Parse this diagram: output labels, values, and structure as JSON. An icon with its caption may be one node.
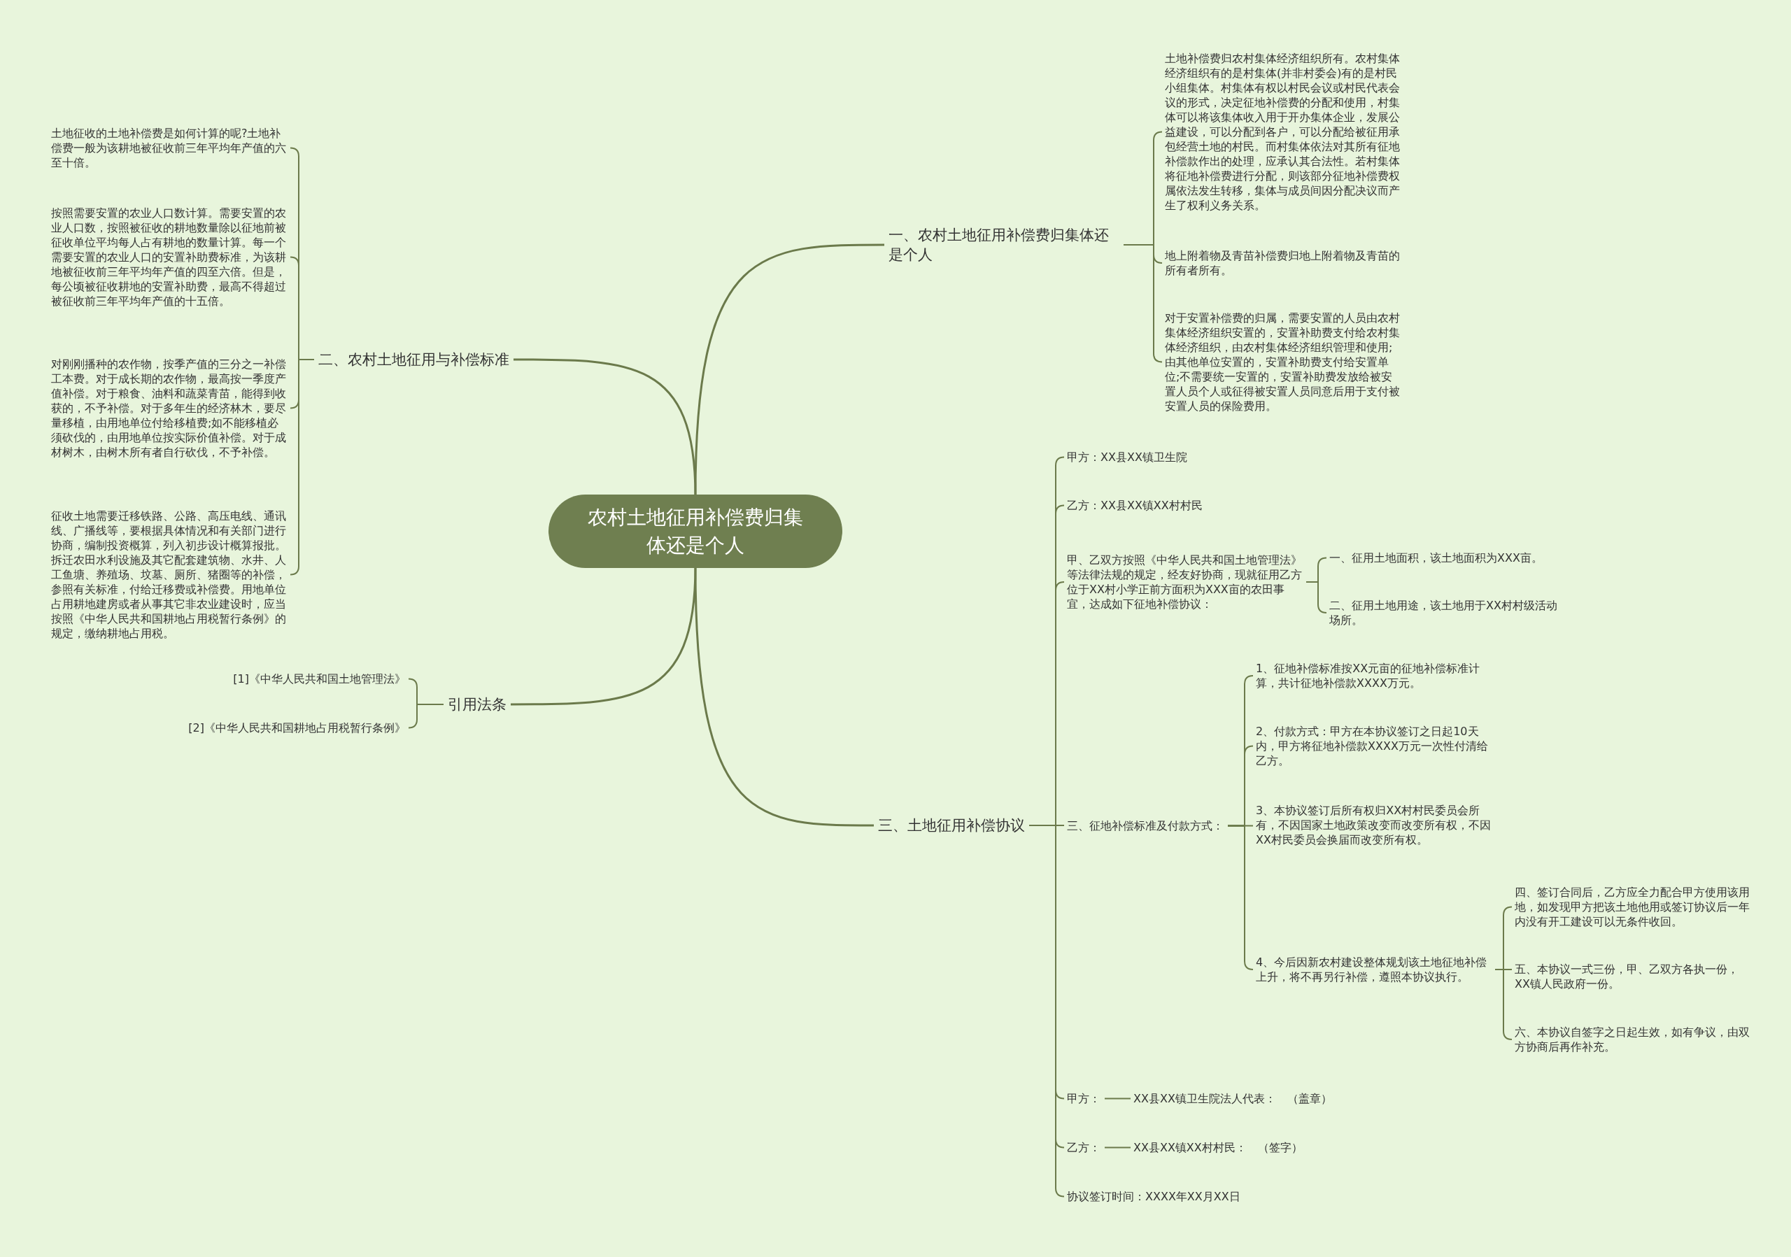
{
  "diagram": {
    "nodes": [
      {
        "text": [
          "农村土地征用补偿费归集体还是个人"
        ]
      },
      {
        "text": [
          "一、农村土地征用补偿费归集体还是个人"
        ]
      },
      {
        "text": [
          "土地补偿费归农村集体经济组织所有。农村集体经济组织有的是村集体(并非村委会)有的是村民小组集体。村集体有权以村民会议或村民代表会议的形式，决定征地补偿费的分配和使用，村集体可以将该集体收入用于开办集体企业，发展公益建设，可以分配到各户，可以分配给被征用承包经营土地的村民。而村集体依法对其所有征地补偿款作出的处理，应承认其合法性。若村集体将征地补偿费进行分配，则该部分征地补偿费权属依法发生转移，集体与成员间因分配决议而产生了权利义务关系。"
        ]
      },
      {
        "text": [
          "地上附着物及青苗补偿费归地上附着物及青苗的所有者所有。"
        ]
      },
      {
        "text": [
          "对于安置补偿费的归属，需要安置的人员由农村集体经济组织安置的，安置补助费支付给农村集体经济组织，由农村集体经济组织管理和使用;由其他单位安置的，安置补助费支付给安置单位;不需要统一安置的，安置补助费发放给被安置人员个人或征得被安置人员同意后用于支付被安置人员的保险费用。"
        ]
      },
      {
        "text": [
          "二、农村土地征用与补偿标准"
        ]
      },
      {
        "text": [
          "土地征收的土地补偿费是如何计算的呢?土地补偿费一般为该耕地被征收前三年平均年产值的六至十倍。"
        ]
      },
      {
        "text": [
          "按照需要安置的农业人口数计算。需要安置的农业人口数，按照被征收的耕地数量除以征地前被征收单位平均每人占有耕地的数量计算。每一个需要安置的农业人口的安置补助费标准，为该耕地被征收前三年平均年产值的四至六倍。但是，每公顷被征收耕地的安置补助费，最高不得超过被征收前三年平均年产值的十五倍。"
        ]
      },
      {
        "text": [
          "对刚刚播种的农作物，按季产值的三分之一补偿工本费。对于成长期的农作物，最高按一季度产值补偿。对于粮食、油料和蔬菜青苗，能得到收获的，不予补偿。对于多年生的经济林木，要尽量移植，由用地单位付给移植费;如不能移植必须砍伐的，由用地单位按实际价值补偿。对于成材树木，由树木所有者自行砍伐，不予补偿。"
        ]
      },
      {
        "text": [
          "征收土地需要迁移铁路、公路、高压电线、通讯线、广播线等，要根据具体情况和有关部门进行协商，编制投资概算，列入初步设计概算报批。拆迁农田水利设施及其它配套建筑物、水井、人工鱼塘、养殖场、坟墓、厕所、猪圈等的补偿，参照有关标准，付给迁移费或补偿费。用地单位占用耕地建房或者从事其它非农业建设时，应当按照《中华人民共和国耕地占用税暂行条例》的规定，缴纳耕地占用税。"
        ]
      },
      {
        "text": [
          "引用法条"
        ]
      },
      {
        "text": [
          "[1]《中华人民共和国土地管理法》"
        ]
      },
      {
        "text": [
          "[2]《中华人民共和国耕地占用税暂行条例》"
        ]
      },
      {
        "text": [
          "三、土地征用补偿协议"
        ]
      },
      {
        "text": [
          "甲方：XX县XX镇卫生院"
        ]
      },
      {
        "text": [
          "乙方：XX县XX镇XX村村民"
        ]
      },
      {
        "text": [
          "甲、乙双方按照《中华人民共和国土地管理法》等法律法规的规定，经友好协商，现就征用乙方位于XX村小学正前方面积为XXX亩的农田事宜，达成如下征地补偿协议："
        ]
      },
      {
        "text": [
          "一、征用土地面积，该土地面积为XXX亩。"
        ]
      },
      {
        "text": [
          "二、征用土地用途，该土地用于XX村村级活动场所。"
        ]
      },
      {
        "text": [
          "三、征地补偿标准及付款方式："
        ]
      },
      {
        "text": [
          "1、征地补偿标准按XX元亩的征地补偿标准计算，共计征地补偿款XXXX万元。"
        ]
      },
      {
        "text": [
          "2、付款方式：甲方在本协议签订之日起10天内，甲方将征地补偿款XXXX万元一次性付清给乙方。"
        ]
      },
      {
        "text": [
          "3、本协议签订后所有权归XX村村民委员会所有，不因国家土地政策改变而改变所有权，不因XX村民委员会换届而改变所有权。"
        ]
      },
      {
        "text": [
          "4、今后因新农村建设整体规划该土地征地补偿上升，将不再另行补偿，遵照本协议执行。"
        ]
      },
      {
        "text": [
          "四、签订合同后，乙方应全力配合甲方使用该用地，如发现甲方把该土地他用或签订协议后一年内没有开工建设可以无条件收回。"
        ]
      },
      {
        "text": [
          "五、本协议一式三份，甲、乙双方各执一份，XX镇人民政府一份。"
        ]
      },
      {
        "text": [
          "六、本协议自签字之日起生效，如有争议，由双方协商后再作补充。"
        ]
      },
      {
        "text": [
          "甲方："
        ]
      },
      {
        "text": [
          "XX县XX镇卫生院法人代表：　（盖章）"
        ]
      },
      {
        "text": [
          "乙方："
        ]
      },
      {
        "text": [
          "XX县XX镇XX村村民：　（签字）"
        ]
      },
      {
        "text": [
          "协议签订时间：XXXX年XX月XX日"
        ]
      }
    ],
    "edges": [
      {
        "from": 0,
        "to": 1,
        "arrow": "none"
      },
      {
        "from": 0,
        "to": 5,
        "arrow": "none"
      },
      {
        "from": 0,
        "to": 10,
        "arrow": "none"
      },
      {
        "from": 0,
        "to": 13,
        "arrow": "none"
      },
      {
        "from": 1,
        "to": 2,
        "arrow": "none"
      },
      {
        "from": 1,
        "to": 3,
        "arrow": "none"
      },
      {
        "from": 1,
        "to": 4,
        "arrow": "none"
      },
      {
        "from": 5,
        "to": 6,
        "arrow": "none"
      },
      {
        "from": 5,
        "to": 7,
        "arrow": "none"
      },
      {
        "from": 5,
        "to": 8,
        "arrow": "none"
      },
      {
        "from": 5,
        "to": 9,
        "arrow": "none"
      },
      {
        "from": 10,
        "to": 11,
        "arrow": "none"
      },
      {
        "from": 10,
        "to": 12,
        "arrow": "none"
      },
      {
        "from": 13,
        "to": 14,
        "arrow": "none"
      },
      {
        "from": 13,
        "to": 15,
        "arrow": "none"
      },
      {
        "from": 13,
        "to": 16,
        "arrow": "none"
      },
      {
        "from": 13,
        "to": 19,
        "arrow": "none"
      },
      {
        "from": 13,
        "to": 27,
        "arrow": "none"
      },
      {
        "from": 13,
        "to": 29,
        "arrow": "none"
      },
      {
        "from": 13,
        "to": 31,
        "arrow": "none"
      },
      {
        "from": 16,
        "to": 17,
        "arrow": "none"
      },
      {
        "from": 16,
        "to": 18,
        "arrow": "none"
      },
      {
        "from": 19,
        "to": 20,
        "arrow": "none"
      },
      {
        "from": 19,
        "to": 21,
        "arrow": "none"
      },
      {
        "from": 19,
        "to": 22,
        "arrow": "none"
      },
      {
        "from": 19,
        "to": 23,
        "arrow": "none"
      },
      {
        "from": 23,
        "to": 24,
        "arrow": "none"
      },
      {
        "from": 23,
        "to": 25,
        "arrow": "none"
      },
      {
        "from": 23,
        "to": 26,
        "arrow": "none"
      },
      {
        "from": 27,
        "to": 28,
        "arrow": "none"
      },
      {
        "from": 29,
        "to": 30,
        "arrow": "none"
      }
    ]
  }
}
